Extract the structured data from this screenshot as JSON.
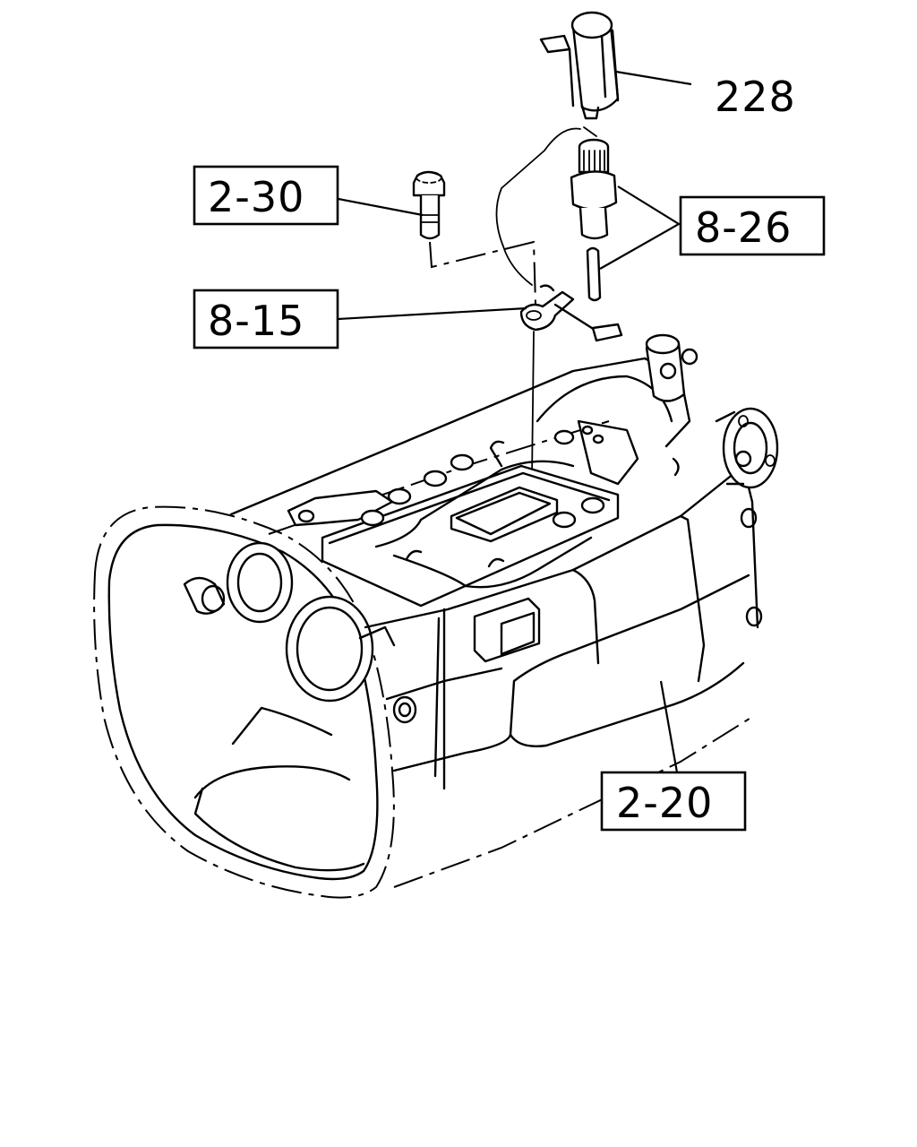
{
  "callouts": [
    {
      "id": "c228",
      "label": "228",
      "boxed": false
    },
    {
      "id": "c230",
      "label": "2-30",
      "boxed": true
    },
    {
      "id": "c826",
      "label": "8-26",
      "boxed": true
    },
    {
      "id": "c815",
      "label": "8-15",
      "boxed": true
    },
    {
      "id": "c220",
      "label": "2-20",
      "boxed": true
    }
  ]
}
